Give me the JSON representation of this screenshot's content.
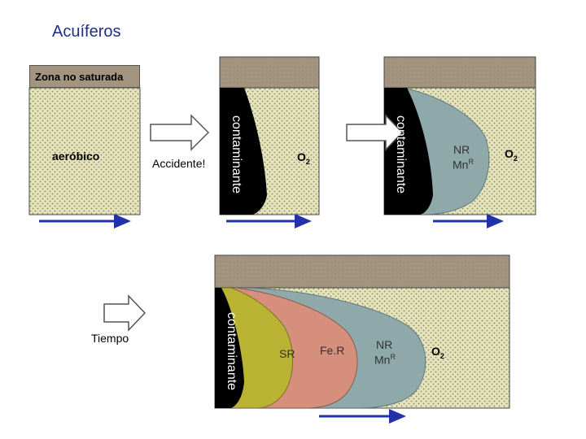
{
  "title": "Acuíferos",
  "zona_label": "Zona no saturada",
  "labels": {
    "aerobico": "aeróbico",
    "accidente": "Accidente!",
    "tiempo": "Tiempo",
    "contaminante": "contaminante",
    "o2_main": "O",
    "o2_sub": "2",
    "sr": "SR",
    "fer": "Fe.R",
    "nr": "NR",
    "mn": "Mn",
    "mn_sup": "R"
  },
  "colors": {
    "sand": "#e4e3bd",
    "soil": "#a39480",
    "contaminant": "#000000",
    "nr_zone": "#8fa9ab",
    "fer_zone": "#d58f7c",
    "sr_zone": "#b9b232",
    "flow_arrow": "#2233aa"
  },
  "icons": [
    "right-arrow-icon",
    "flow-arrow-icon"
  ]
}
